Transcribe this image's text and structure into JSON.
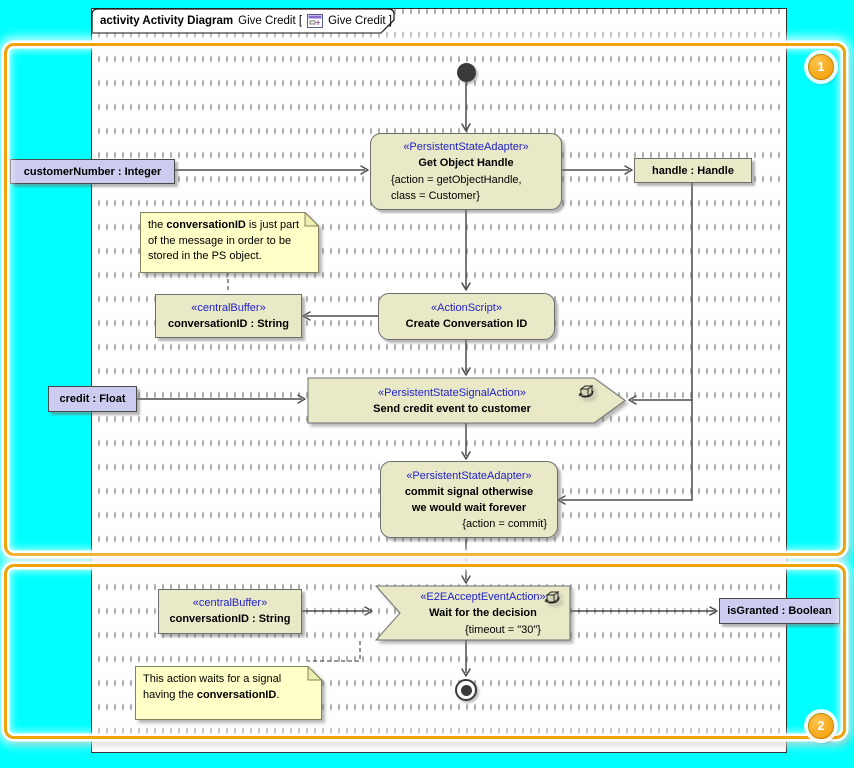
{
  "window": {
    "title_keyword": "activity Activity Diagram",
    "title_name": "Give Credit [",
    "title_close": "Give Credit ]"
  },
  "badges": {
    "one": "1",
    "two": "2"
  },
  "nodes": {
    "get_object_handle": {
      "stereotype": "«PersistentStateAdapter»",
      "name": "Get Object Handle",
      "tag_line1": "{action = getObjectHandle,",
      "tag_line2": "class = Customer}"
    },
    "create_conversation_id": {
      "stereotype": "«ActionScript»",
      "name": "Create Conversation ID"
    },
    "send_credit_event": {
      "stereotype": "«PersistentStateSignalAction»",
      "name": "Send credit event to customer"
    },
    "commit_signal": {
      "stereotype": "«PersistentStateAdapter»",
      "name_line1": "commit signal otherwise",
      "name_line2": "we would wait forever",
      "tag": "{action = commit}"
    },
    "wait_for_decision": {
      "stereotype": "«E2EAcceptEventAction»",
      "name": "Wait for the decision",
      "tag": "{timeout = \"30\"}"
    },
    "conversation_buffer_top": {
      "stereotype": "«centralBuffer»",
      "name": "conversationID : String"
    },
    "conversation_buffer_bottom": {
      "stereotype": "«centralBuffer»",
      "name": "conversationID : String"
    },
    "customer_number_pin": {
      "label": "customerNumber : Integer"
    },
    "handle_pin": {
      "label": "handle : Handle"
    },
    "credit_pin": {
      "label": "credit : Float"
    },
    "is_granted_pin": {
      "label": "isGranted : Boolean"
    }
  },
  "notes": {
    "conversation_note": {
      "text_pre": "the ",
      "text_bold": "conversationID",
      "text_post": " is just part of the message in order to be stored in the PS object."
    },
    "wait_note": {
      "text_pre": "This action waits for a signal having the ",
      "text_bold": "conversationID",
      "text_post": "."
    }
  },
  "colors": {
    "canvas_background": "#00ffff",
    "action_fill": "#e9e9c8",
    "object_fill": "#ccccf0",
    "note_fill": "#ffffc8",
    "stereotype_text": "#2121cd",
    "frame_accent": "#f2a30a",
    "edge_stroke": "#4d4d4d"
  }
}
